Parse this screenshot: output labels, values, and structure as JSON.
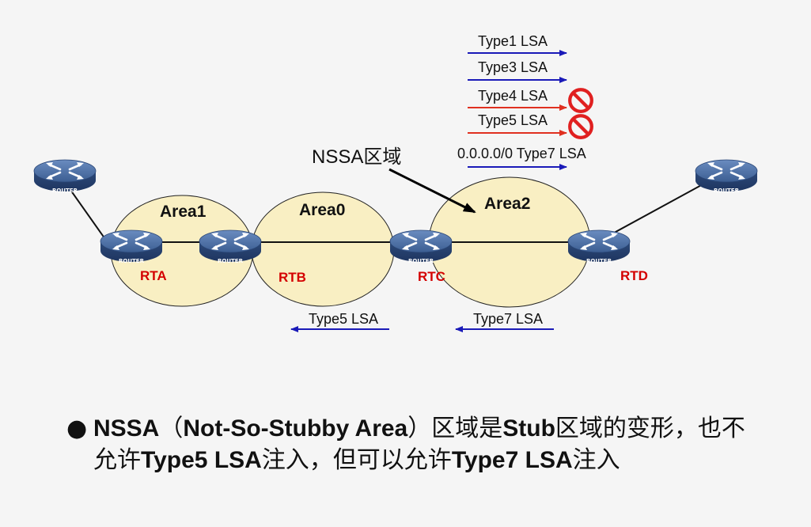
{
  "areas": {
    "area1": "Area1",
    "area0": "Area0",
    "area2": "Area2"
  },
  "routers": {
    "rta": "RTA",
    "rtb": "RTB",
    "rtc": "RTC",
    "rtd": "RTD",
    "icon_text": "ROUTER"
  },
  "nssa_label": "NSSA区域",
  "lsa_arrows": {
    "type1": "Type1 LSA",
    "type3": "Type3 LSA",
    "type4": "Type4 LSA",
    "type5": "Type5 LSA",
    "type7_default": "0.0.0.0/0 Type7 LSA",
    "type5_left": "Type5 LSA",
    "type7_left": "Type7 LSA"
  },
  "colors": {
    "permitted_arrow": "#1a1ab8",
    "blocked_arrow": "#e03020",
    "area_fill": "#f9efc3",
    "router_label": "#d40000"
  },
  "icons": {
    "router": "router-icon",
    "blocked": "no-entry-icon"
  },
  "bullet": {
    "dot": "●",
    "t1": "NSSA",
    "t2": "（",
    "t3": "Not-So-Stubby Area",
    "t4": "）区域是",
    "t5": "Stub",
    "t6": "区域的变形，也不允许",
    "t7": "Type5 LSA",
    "t8": "注入，但可以允许",
    "t9": "Type7 LSA",
    "t10": "注入"
  }
}
